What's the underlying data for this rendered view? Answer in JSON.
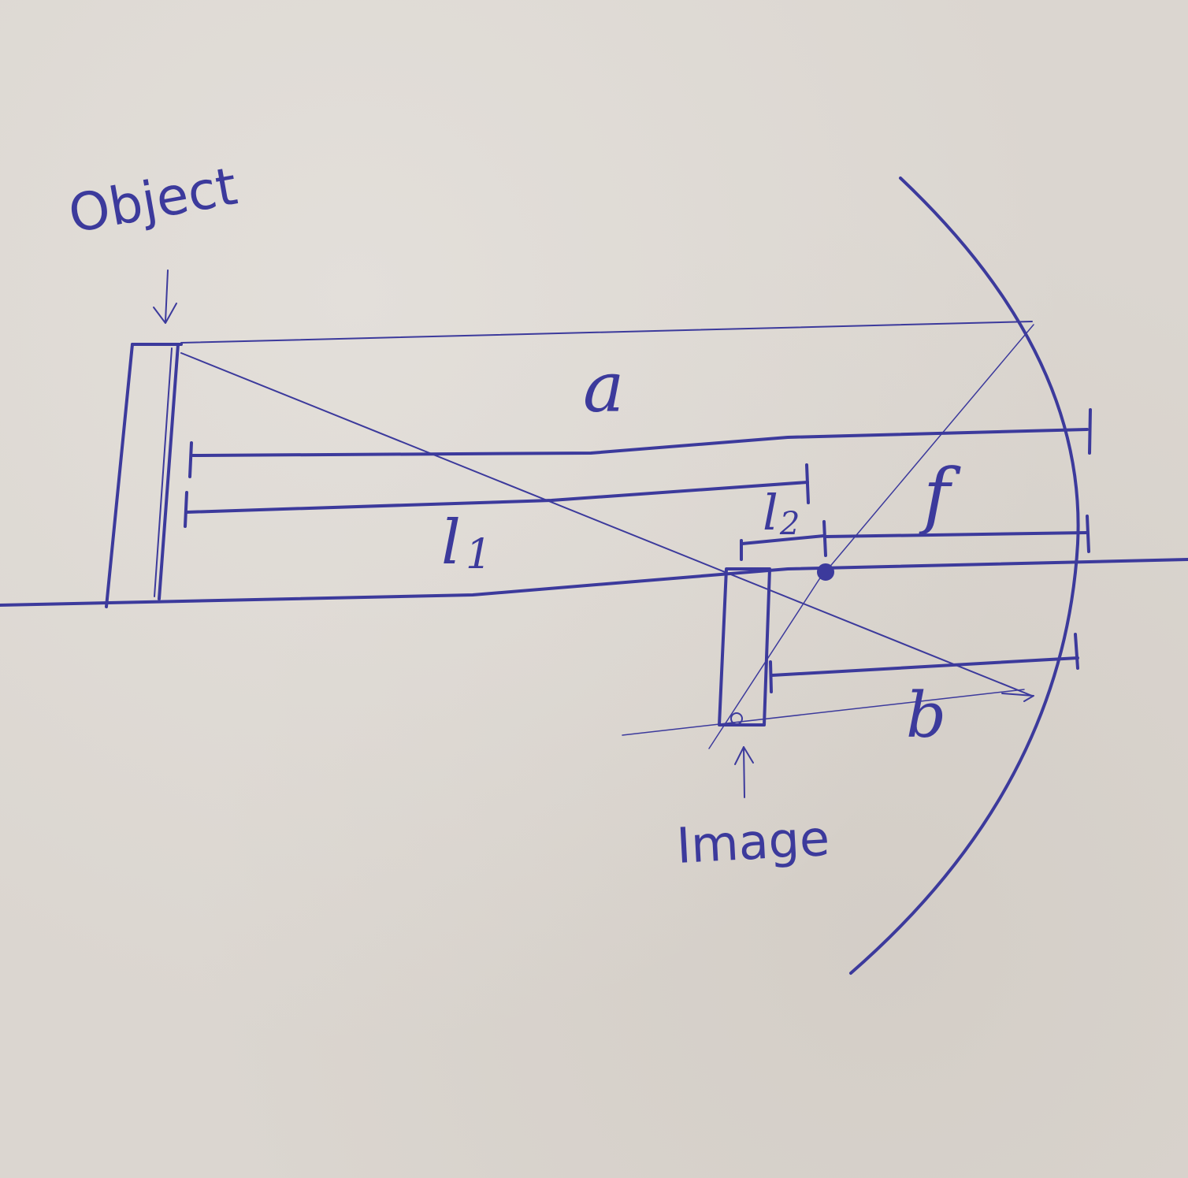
{
  "labels": {
    "object": "Object",
    "image": "Image",
    "a": "a",
    "f": "f",
    "b": "b",
    "l1": "l",
    "l1_sub": "1",
    "l2": "l",
    "l2_sub": "2"
  },
  "colors": {
    "ink": "#3c3a9c",
    "paper": "#dbd6d0"
  }
}
